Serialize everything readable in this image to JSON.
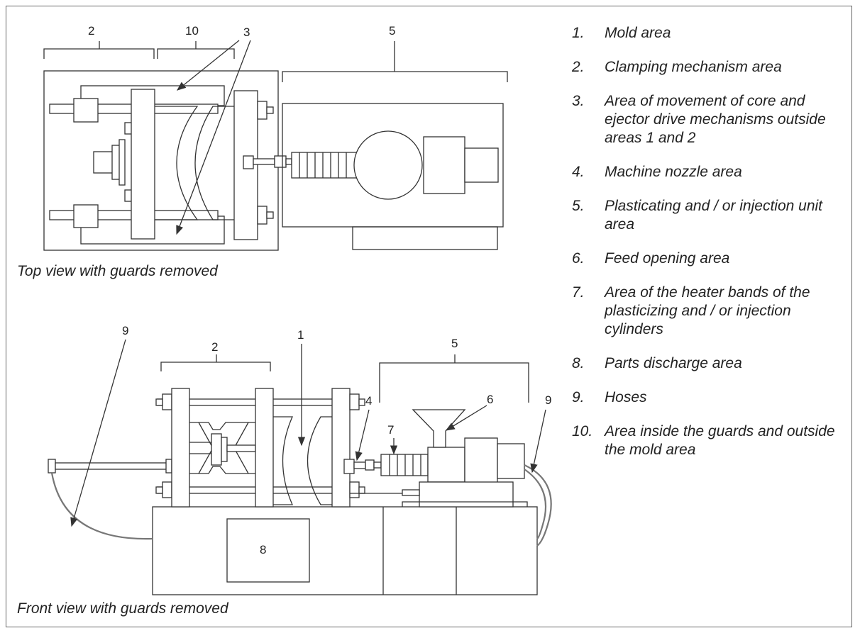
{
  "captions": {
    "top_view": "Top view with guards removed",
    "front_view": "Front view with guards removed"
  },
  "callouts": {
    "top": [
      "2",
      "10",
      "3",
      "5"
    ],
    "front": [
      "9",
      "2",
      "1",
      "5",
      "4",
      "7",
      "6",
      "9",
      "8"
    ]
  },
  "legend": [
    {
      "num": "1.",
      "text": "Mold area"
    },
    {
      "num": "2.",
      "text": "Clamping mechanism area"
    },
    {
      "num": "3.",
      "text": "Area of movement of core and ejector drive mechanisms outside areas 1 and 2"
    },
    {
      "num": "4.",
      "text": "Machine nozzle area"
    },
    {
      "num": "5.",
      "text": "Plasticating and / or injection unit area"
    },
    {
      "num": "6.",
      "text": "Feed opening area"
    },
    {
      "num": "7.",
      "text": "Area of the heater bands of the plasticizing and / or injection cylinders"
    },
    {
      "num": "8.",
      "text": "Parts discharge area"
    },
    {
      "num": "9.",
      "text": "Hoses"
    },
    {
      "num": "10.",
      "text": "Area inside the guards and outside the mold area"
    }
  ]
}
